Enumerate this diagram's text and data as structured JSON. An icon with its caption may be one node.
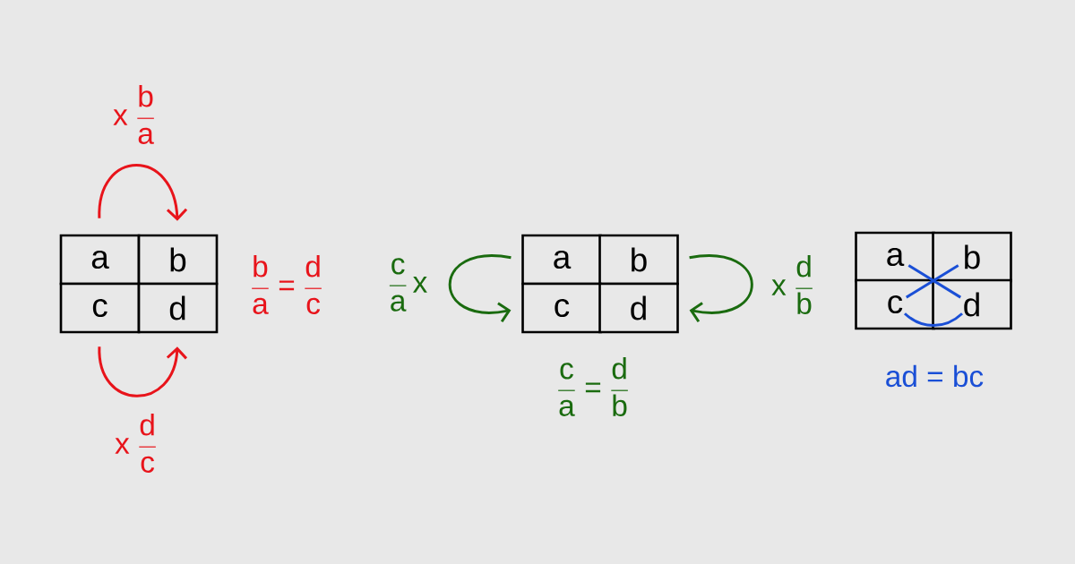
{
  "diagram": {
    "nodes": [
      {
        "text": [
          "a"
        ]
      },
      {
        "text": [
          "b"
        ]
      },
      {
        "text": [
          "c"
        ]
      },
      {
        "text": [
          "d"
        ]
      },
      {
        "text": [
          "a"
        ]
      },
      {
        "text": [
          "b"
        ]
      },
      {
        "text": [
          "c"
        ]
      },
      {
        "text": [
          "d"
        ]
      },
      {
        "text": [
          "a"
        ]
      },
      {
        "text": [
          "b"
        ]
      },
      {
        "text": [
          "c"
        ]
      },
      {
        "text": [
          "d"
        ]
      }
    ],
    "edges": [
      {
        "from": 0,
        "to": 1,
        "arrow": "to",
        "color": "#e8141b",
        "label": "\\text{x}\\;\\frac{\\text{b}}{\\text{a}}"
      },
      {
        "from": 2,
        "to": 3,
        "arrow": "to",
        "color": "#e8141b",
        "label": "\\text{x}\\;\\frac{\\text{d}}{\\text{c}}"
      },
      {
        "from": 4,
        "to": 6,
        "arrow": "to",
        "color": "#1a6b0f",
        "label": "\\frac{\\text{c}}{\\text{a}}\\,\\text{x}"
      },
      {
        "from": 5,
        "to": 7,
        "arrow": "to",
        "color": "#1a6b0f",
        "label": "\\text{x}\\;\\frac{\\text{d}}{\\text{b}}"
      },
      {
        "from": 8,
        "to": 11,
        "arrow": "none",
        "color": "#1a4fd6"
      },
      {
        "from": 9,
        "to": 10,
        "arrow": "none",
        "color": "#1a4fd6"
      },
      {
        "from": 10,
        "to": 11,
        "arrow": "none",
        "color": "#1a4fd6"
      }
    ],
    "labels": [
      "\\frac{\\text{b}}{\\text{a}}\\;\\text{=}\\;\\frac{\\text{d}}{\\text{c}}",
      "\\frac{\\text{c}}{\\text{a}}\\;\\text{=}\\;\\frac{\\text{d}}{\\text{b}}",
      "ad = bc"
    ]
  }
}
